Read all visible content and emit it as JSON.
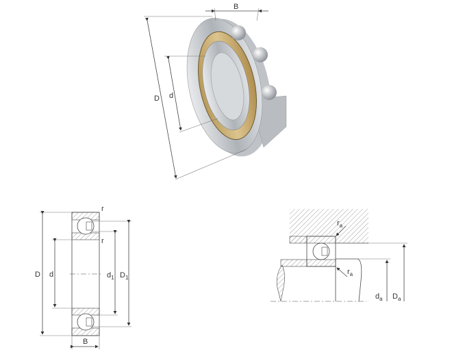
{
  "isometric_view": {
    "labels": {
      "B": "B",
      "D": "D",
      "d": "d"
    }
  },
  "cross_section": {
    "labels": {
      "D": "D",
      "d": "d",
      "d1": "d",
      "d1_sub": "1",
      "D1": "D",
      "D1_sub": "1",
      "B": "B",
      "r_top": "r",
      "r_inner": "r"
    }
  },
  "mounting": {
    "labels": {
      "ra_top": "r",
      "ra_top_sub": "a",
      "ra_bottom": "r",
      "ra_bottom_sub": "a",
      "da": "d",
      "da_sub": "a",
      "Da": "D",
      "Da_sub": "a"
    }
  },
  "colors": {
    "ring": "#c8ccd0",
    "cage": "#c9a96a",
    "line": "#444444"
  }
}
